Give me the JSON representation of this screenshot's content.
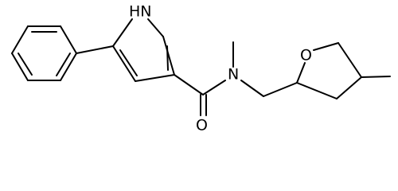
{
  "colors": {
    "background": "#ffffff",
    "bond": "#000000",
    "label": "#000000"
  },
  "atoms": {
    "pyrrole_n": {
      "element": "N",
      "label": "H",
      "label_full": "HN"
    },
    "amide_n": {
      "label": "N"
    },
    "carbonyl_o": {
      "label": "O"
    },
    "ring_o": {
      "label": "O"
    }
  }
}
